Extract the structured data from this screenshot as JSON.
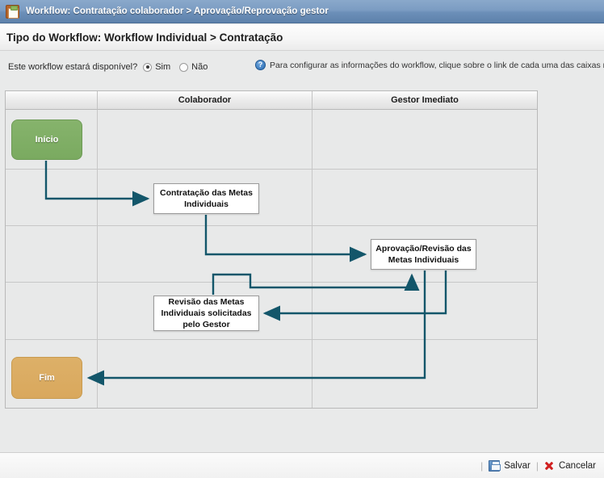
{
  "titlebar": {
    "icon": "clipboard-icon",
    "text": "Workflow: Contratação colaborador > Aprovação/Reprovação gestor"
  },
  "subtitle": {
    "text": "Tipo do Workflow: Workflow Individual > Contratação"
  },
  "options": {
    "question": "Este workflow estará disponível?",
    "yes_label": "Sim",
    "no_label": "Não",
    "selected": "Sim"
  },
  "hint": {
    "icon": "help-icon",
    "glyph": "?",
    "text": "Para configurar as informações do workflow, clique sobre o link de cada uma das caixas no fluxo abaixo"
  },
  "flow": {
    "columns": [
      "",
      "Colaborador",
      "Gestor Imediato"
    ],
    "nodes": [
      {
        "id": "inicio",
        "label": "Início",
        "type": "terminator",
        "color": "#7aaa60",
        "lane": 0
      },
      {
        "id": "contratacao",
        "label": "Contratação das Metas Individuais",
        "type": "task",
        "lane": 1
      },
      {
        "id": "aprovacao",
        "label": "Aprovação/Revisão das Metas Individuais",
        "type": "task",
        "lane": 2
      },
      {
        "id": "revisao",
        "label": "Revisão das Metas Individuais solicitadas pelo Gestor",
        "type": "task",
        "lane": 1
      },
      {
        "id": "fim",
        "label": "Fim",
        "type": "terminator",
        "color": "#d9a85d",
        "lane": 0
      }
    ],
    "connectors": [
      {
        "from": "inicio",
        "to": "contratacao"
      },
      {
        "from": "contratacao",
        "to": "aprovacao"
      },
      {
        "from": "aprovacao",
        "to": "revisao"
      },
      {
        "from": "revisao",
        "to": "aprovacao"
      },
      {
        "from": "aprovacao",
        "to": "fim"
      }
    ],
    "line_color": "#13566a"
  },
  "footer": {
    "separator": "|",
    "save_label": "Salvar",
    "cancel_label": "Cancelar"
  }
}
